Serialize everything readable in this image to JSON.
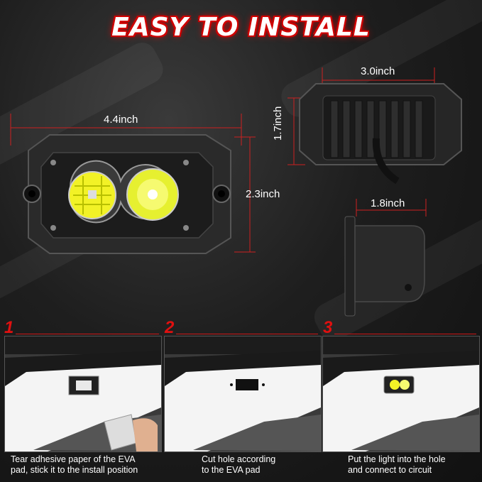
{
  "title": "EASY TO INSTALL",
  "dimensions": {
    "width_front": "4.4inch",
    "height_front": "2.3inch",
    "width_back": "3.0inch",
    "height_back": "1.7inch",
    "depth_side": "1.8inch"
  },
  "steps": [
    {
      "number": "1",
      "line1": "Tear adhesive paper of the EVA",
      "line2": "pad, stick it to the install position"
    },
    {
      "number": "2",
      "line1": "Cut hole according",
      "line2": "to the EVA pad"
    },
    {
      "number": "3",
      "line1": "Put the light into the hole",
      "line2": "and connect to circuit"
    }
  ],
  "colors": {
    "accent": "#e01010",
    "dimension_line": "#cc2020"
  }
}
